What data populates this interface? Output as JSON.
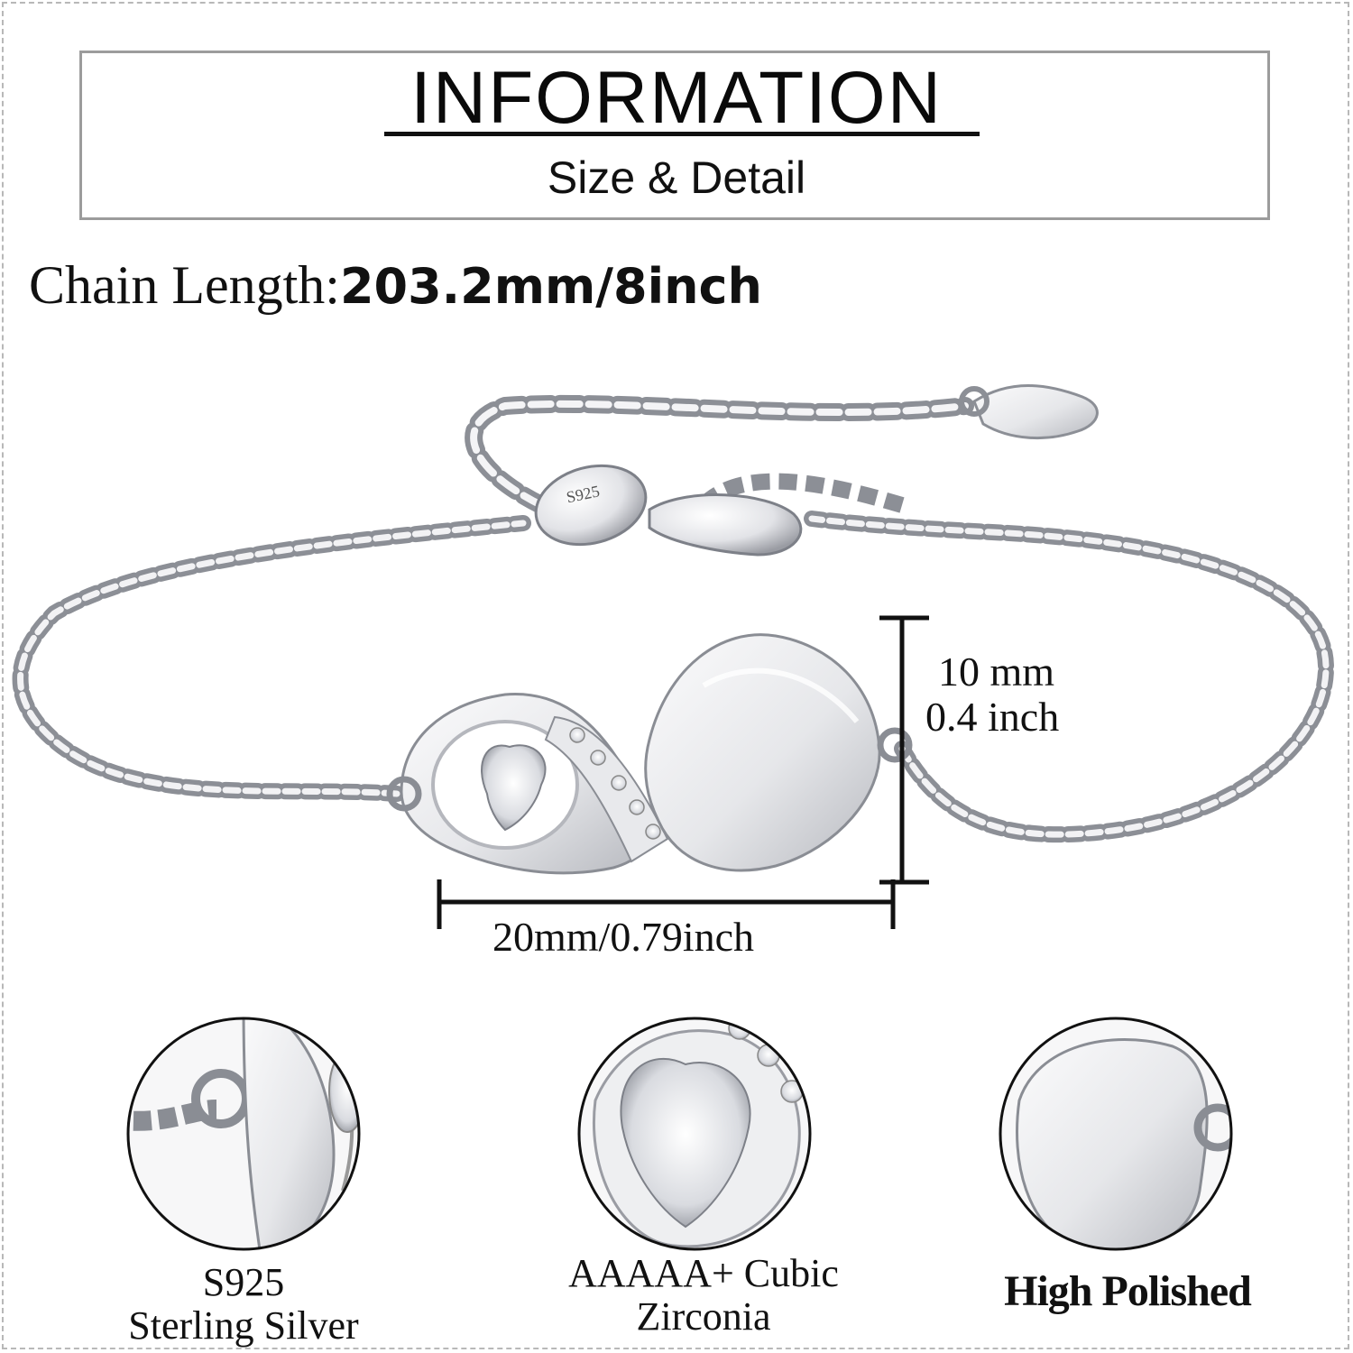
{
  "header": {
    "title": "INFORMATION",
    "subtitle": "Size & Detail"
  },
  "chain": {
    "label": "Chain Length:",
    "value": "203.2mm/8inch"
  },
  "pendant": {
    "stamp": "S925",
    "height_mm": "10 mm",
    "height_inch": "0.4 inch",
    "width": "20mm/0.79inch"
  },
  "details": [
    {
      "line1": "S925",
      "line2": "Sterling Silver"
    },
    {
      "line1": "AAAAA+ Cubic",
      "line2": "Zirconia"
    },
    {
      "line1": "High Polished",
      "line2": ""
    }
  ],
  "colors": {
    "silver_light": "#f4f4f6",
    "silver_mid": "#c9cbd0",
    "silver_dark": "#7d8088",
    "text": "#111111",
    "border": "#9c9c9c"
  }
}
